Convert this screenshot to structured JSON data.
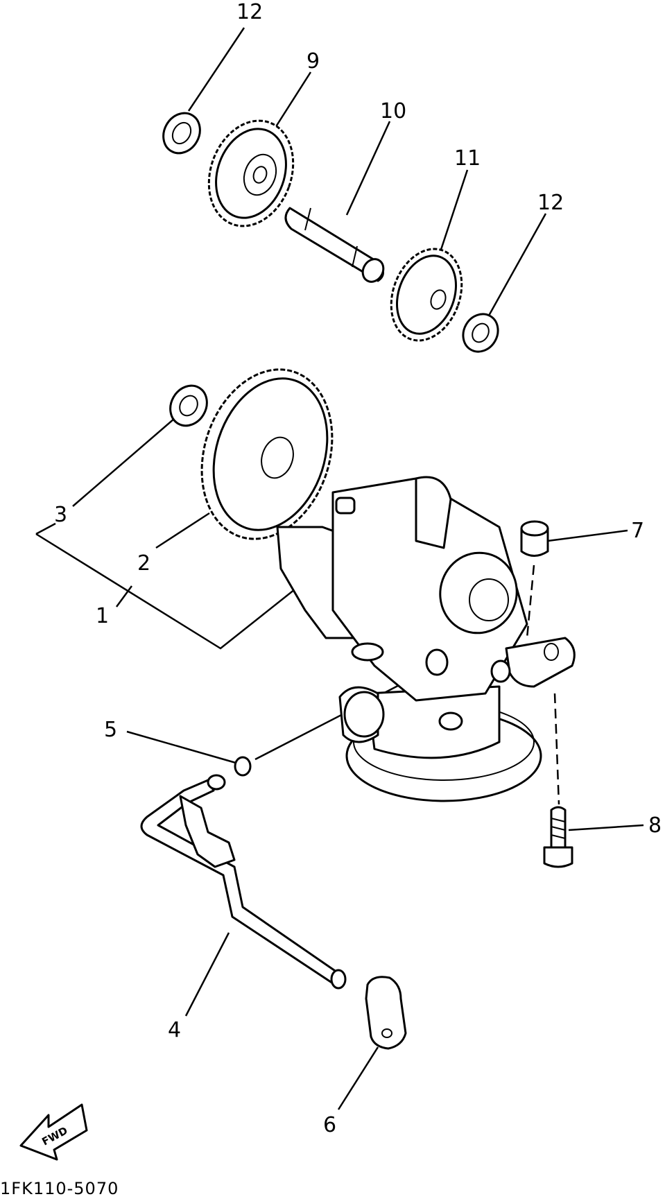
{
  "callouts": [
    {
      "id": "12a",
      "text": "12"
    },
    {
      "id": "9",
      "text": "9"
    },
    {
      "id": "10",
      "text": "10"
    },
    {
      "id": "11",
      "text": "11"
    },
    {
      "id": "12b",
      "text": "12"
    },
    {
      "id": "3",
      "text": "3"
    },
    {
      "id": "2",
      "text": "2"
    },
    {
      "id": "1",
      "text": "1"
    },
    {
      "id": "7",
      "text": "7"
    },
    {
      "id": "5",
      "text": "5"
    },
    {
      "id": "8",
      "text": "8"
    },
    {
      "id": "4",
      "text": "4"
    },
    {
      "id": "6",
      "text": "6"
    }
  ],
  "fwd_arrow_text": "FWD",
  "diagram_code": "1FK110-5070"
}
